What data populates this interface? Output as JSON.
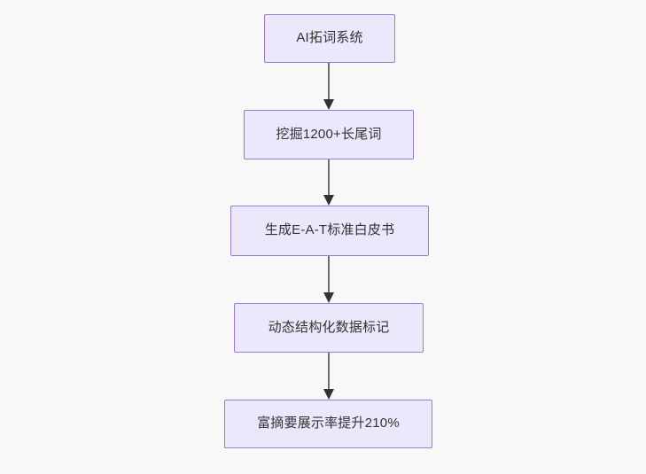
{
  "diagram": {
    "type": "flowchart",
    "direction": "top-down",
    "background_color": "#f8f8f8",
    "node_fill_color": "#ebe8fb",
    "node_border_color": "#9a7cd6",
    "node_text_color": "#333333",
    "edge_color": "#707070",
    "arrowhead_color": "#333333",
    "nodes": [
      {
        "id": "n1",
        "label": "AI拓词系统"
      },
      {
        "id": "n2",
        "label": "挖掘1200+长尾词"
      },
      {
        "id": "n3",
        "label": "生成E-A-T标准白皮书"
      },
      {
        "id": "n4",
        "label": "动态结构化数据标记"
      },
      {
        "id": "n5",
        "label": "富摘要展示率提升210%"
      }
    ],
    "edges": [
      {
        "from": "n1",
        "to": "n2",
        "label": ""
      },
      {
        "from": "n2",
        "to": "n3",
        "label": ""
      },
      {
        "from": "n3",
        "to": "n4",
        "label": ""
      },
      {
        "from": "n4",
        "to": "n5",
        "label": ""
      }
    ]
  }
}
